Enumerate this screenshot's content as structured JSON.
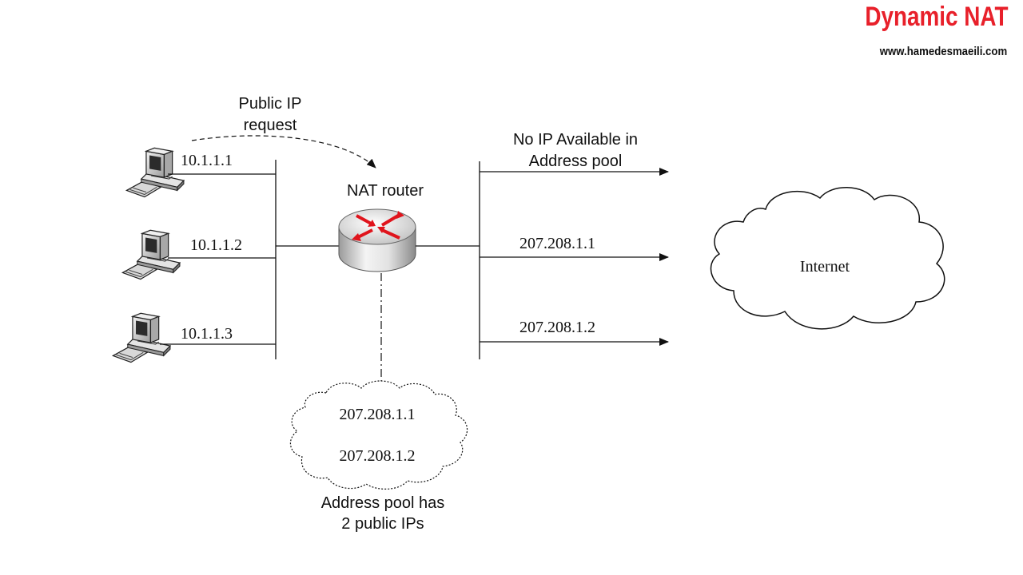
{
  "header": {
    "title": "Dynamic NAT",
    "url": "www.hamedesmaeili.com"
  },
  "colors": {
    "title": "#e8202a",
    "router_arrows": "#e0141c",
    "lines": "#111111"
  },
  "hosts": [
    {
      "ip": "10.1.1.1",
      "icon": "computer-icon"
    },
    {
      "ip": "10.1.1.2",
      "icon": "computer-icon"
    },
    {
      "ip": "10.1.1.3",
      "icon": "computer-icon"
    }
  ],
  "request": {
    "line1": "Public IP",
    "line2": "request"
  },
  "router": {
    "label": "NAT router",
    "icon": "router-icon"
  },
  "outputs": {
    "none_line1": "No IP Available in",
    "none_line2": "Address pool",
    "ip1": "207.208.1.1",
    "ip2": "207.208.1.2"
  },
  "internet": {
    "label": "Internet",
    "icon": "cloud-icon"
  },
  "pool": {
    "ip1": "207.208.1.1",
    "ip2": "207.208.1.2",
    "caption_line1": "Address pool has",
    "caption_line2": "2 public IPs",
    "icon": "cloud-icon"
  }
}
